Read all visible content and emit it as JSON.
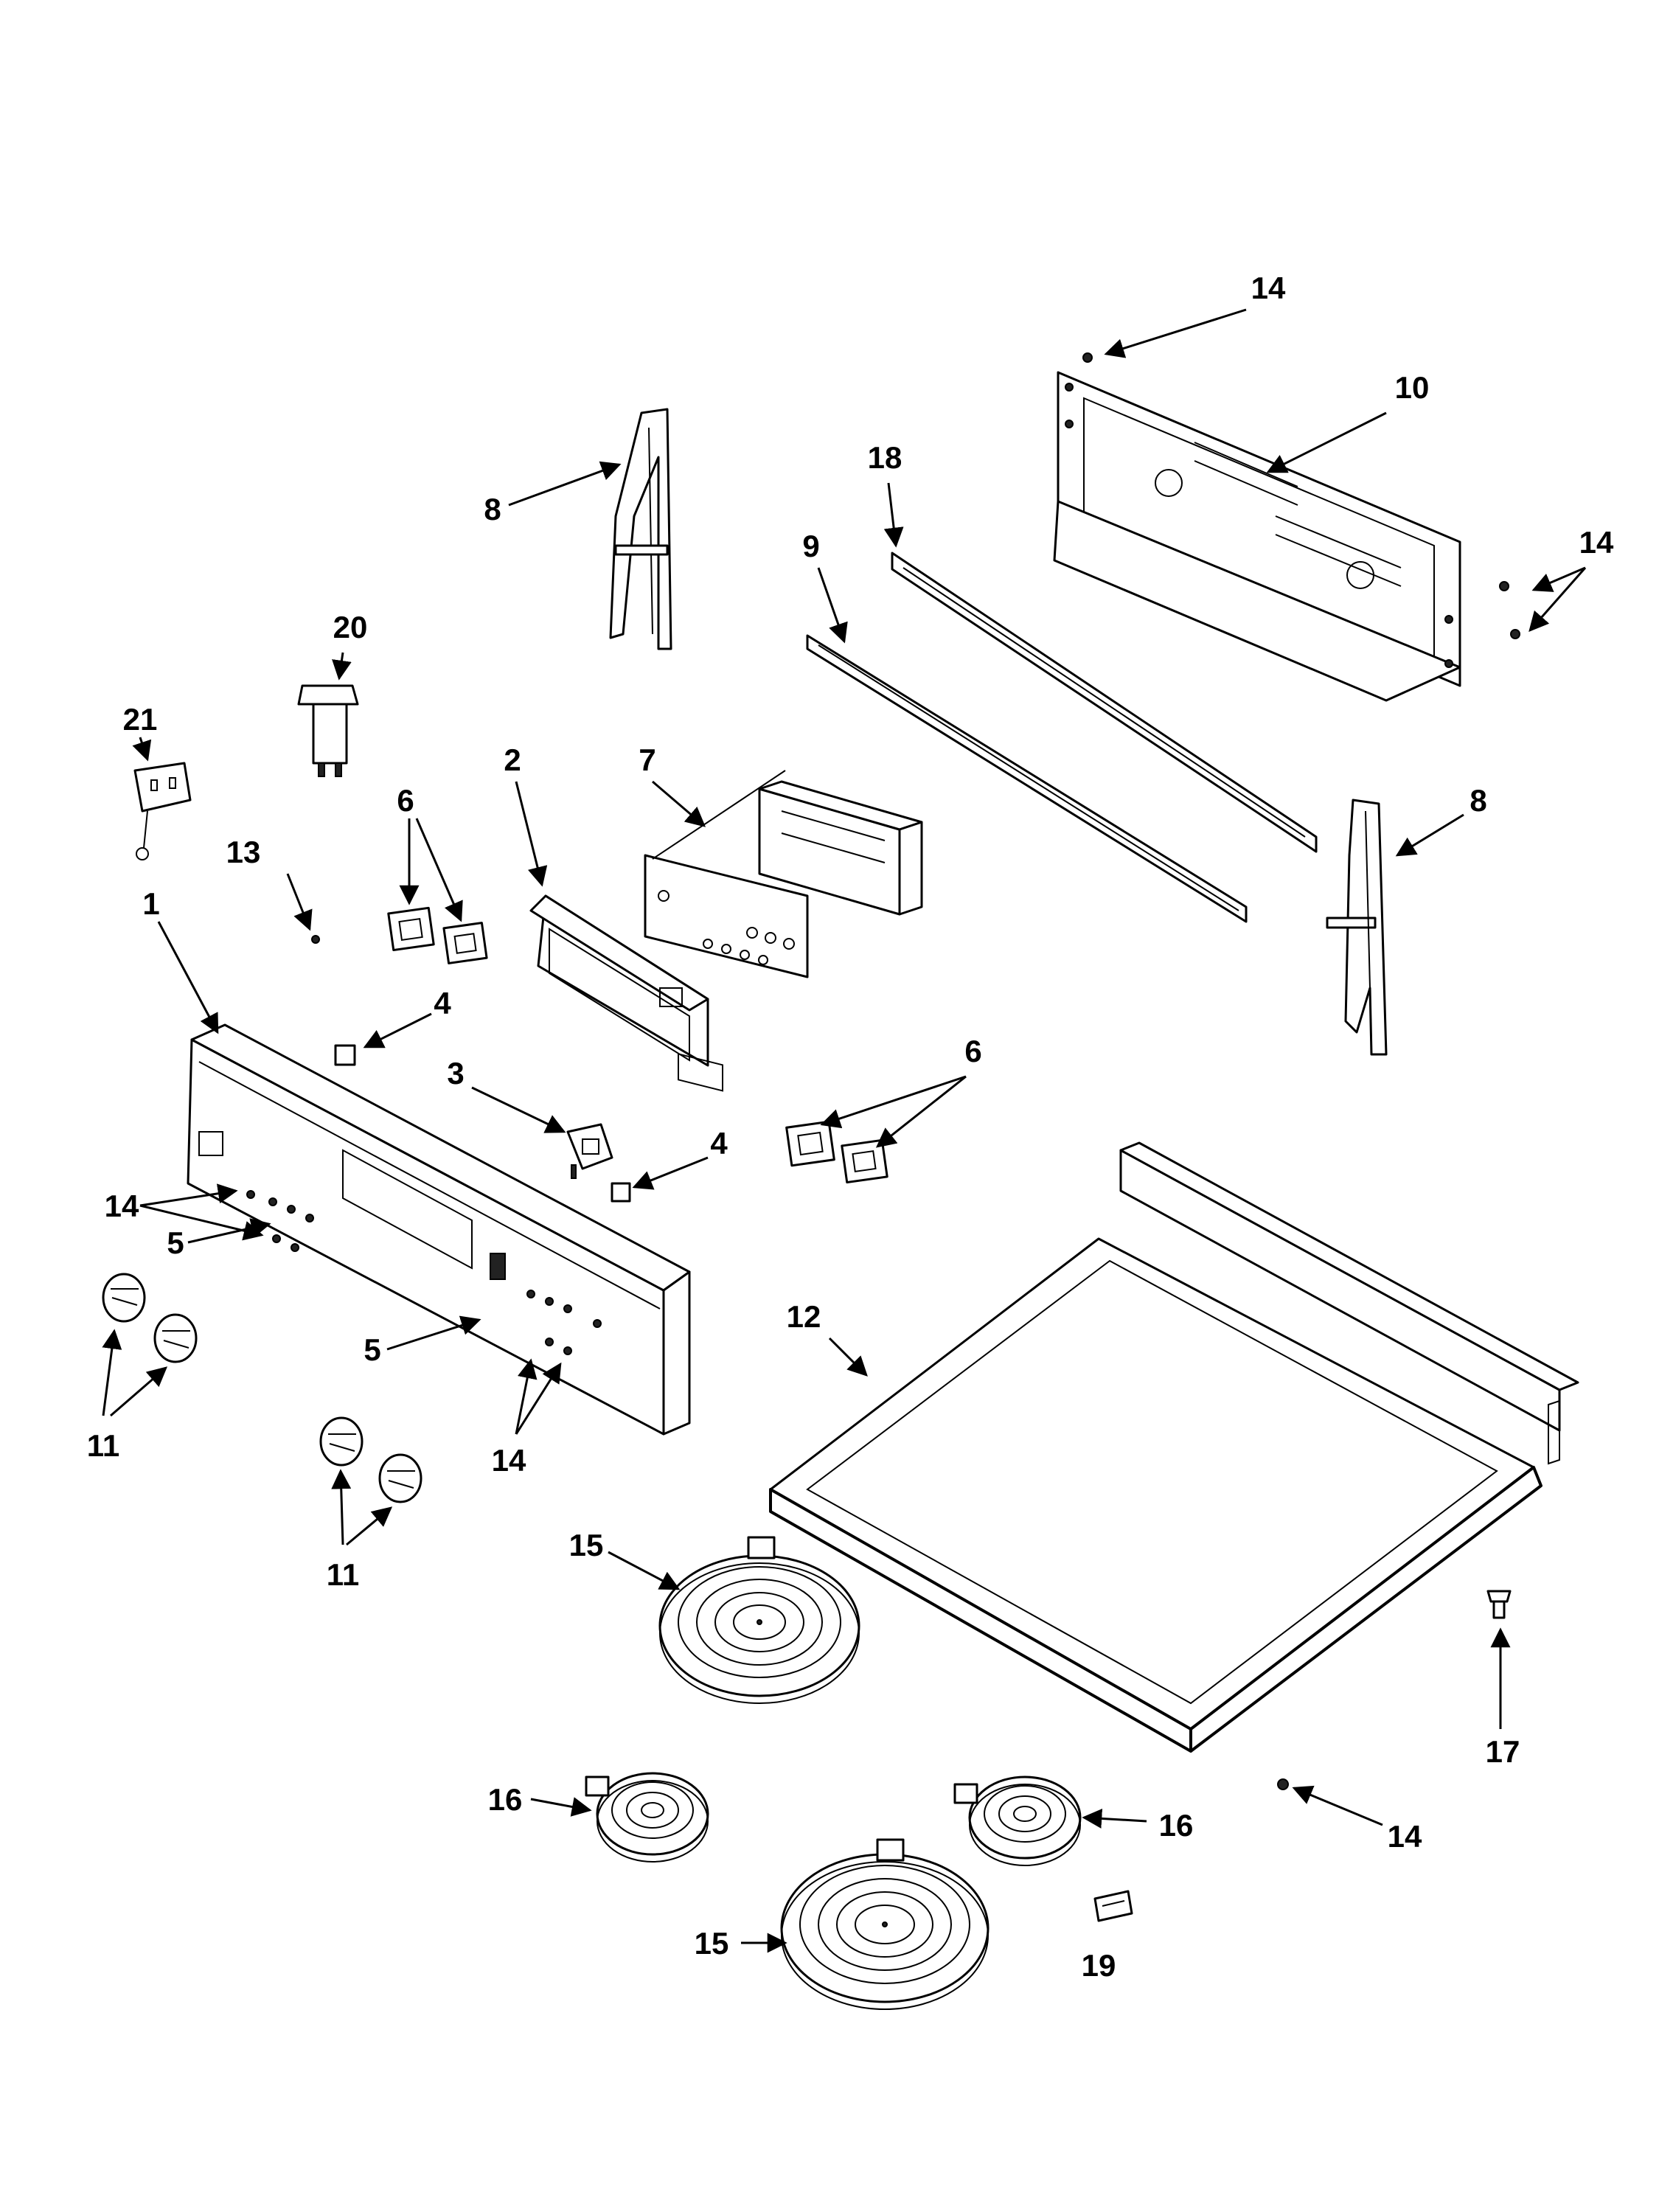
{
  "callouts": {
    "c1": "1",
    "c2": "2",
    "c3": "3",
    "c4a": "4",
    "c4b": "4",
    "c5a": "5",
    "c5b": "5",
    "c6a": "6",
    "c6b": "6",
    "c7": "7",
    "c8a": "8",
    "c8b": "8",
    "c9": "9",
    "c10": "10",
    "c11a": "11",
    "c11b": "11",
    "c12": "12",
    "c13": "13",
    "c14a": "14",
    "c14b": "14",
    "c14c": "14",
    "c14d": "14",
    "c14e": "14",
    "c15a": "15",
    "c15b": "15",
    "c16a": "16",
    "c16b": "16",
    "c17": "17",
    "c18": "18",
    "c19": "19",
    "c20": "20",
    "c21": "21"
  }
}
